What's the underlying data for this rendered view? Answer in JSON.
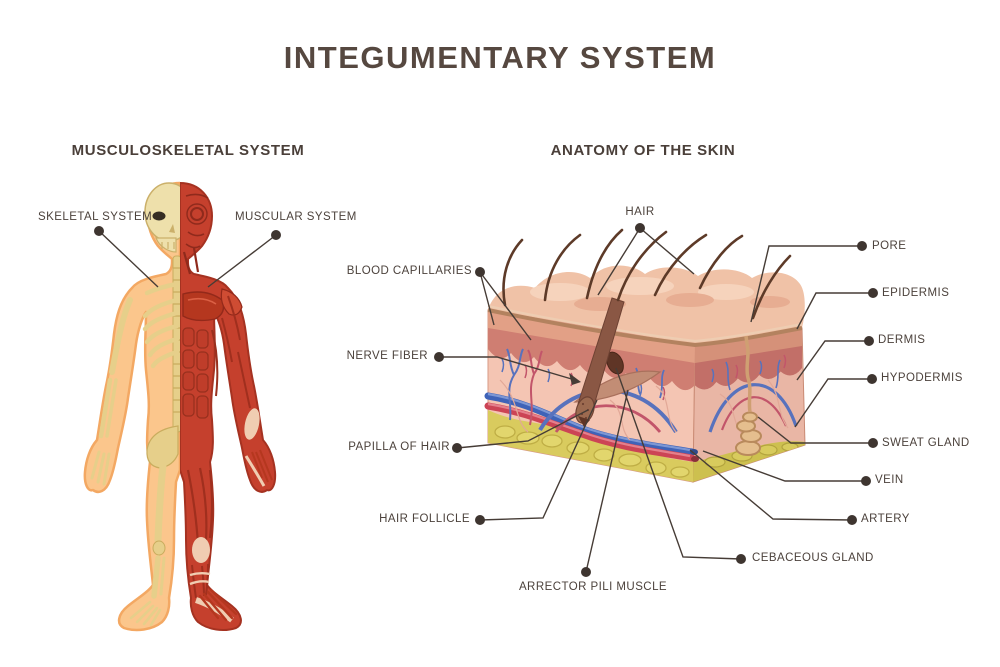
{
  "title": "INTEGUMENTARY SYSTEM",
  "sections": {
    "musculoskeletal": {
      "heading": "MUSCULOSKELETAL SYSTEM",
      "labels": {
        "skeletal": "SKELETAL SYSTEM",
        "muscular": "MUSCULAR SYSTEM"
      }
    },
    "skin": {
      "heading": "ANATOMY OF THE SKIN",
      "labels": {
        "hair": "HAIR",
        "pore": "PORE",
        "blood_capillaries": "BLOOD CAPILLARIES",
        "epidermis": "EPIDERMIS",
        "nerve_fiber": "NERVE FIBER",
        "dermis": "DERMIS",
        "hypodermis": "HYPODERMIS",
        "papilla_of_hair": "PAPILLA OF HAIR",
        "sweat_gland": "SWEAT GLAND",
        "vein": "VEIN",
        "artery": "ARTERY",
        "hair_follicle": "HAIR FOLLICLE",
        "cebaceous_gland": "CEBACEOUS GLAND",
        "arrector_pili_muscle": "ARRECTOR PILI MUSCLE"
      }
    }
  },
  "colors": {
    "text": "#4c423c",
    "title_text": "#564840",
    "leader_line": "#463c36",
    "dot": "#3e3530",
    "skin_left_half": "#fbc68c",
    "bone": "#e6cf8a",
    "muscle_red": "#c5402d",
    "epidermis_peach": "#e2a086",
    "dermis_rose": "#cf7e72",
    "dermis_pink": "#f4c5b3",
    "hypodermis_yellow": "#d9cb5e",
    "vein_blue": "#3f63b8",
    "artery_red": "#cc4455",
    "hair_brown": "#5d3a28",
    "gland_tan": "#e5be8e"
  }
}
